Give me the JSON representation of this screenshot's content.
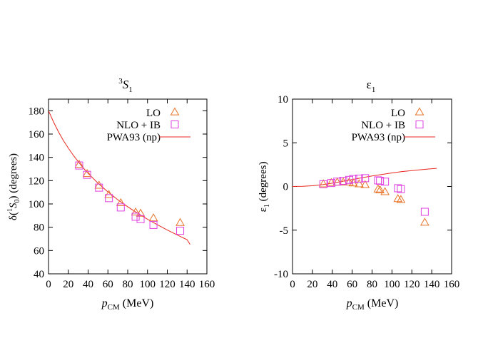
{
  "chart_data": [
    {
      "type": "scatter",
      "title": "3S1",
      "title_main": "S",
      "title_pre_sup": "3",
      "title_sub": "1",
      "xlabel": "pCM (MeV)",
      "xlabel_main": "p",
      "xlabel_sub": "CM",
      "xlabel_unit": " (MeV)",
      "ylabel": "δ(1S0) (degrees)",
      "ylabel_parts": [
        "δ(",
        "1",
        "S",
        "0",
        ") (degrees)"
      ],
      "xlim": [
        0,
        160
      ],
      "ylim": [
        40,
        190
      ],
      "xticks": [
        0,
        20,
        40,
        60,
        80,
        100,
        120,
        140,
        160
      ],
      "yticks": [
        40,
        60,
        80,
        100,
        120,
        140,
        160,
        180
      ],
      "grid": false,
      "legend_position": "top-right",
      "series": [
        {
          "name": "LO",
          "marker": "triangle",
          "color": "#e8742a",
          "x": [
            31,
            39,
            51,
            61,
            73,
            88,
            93,
            106,
            133
          ],
          "y": [
            134,
            126,
            116,
            108,
            101,
            93,
            92,
            88,
            84
          ]
        },
        {
          "name": "NLO + IB",
          "marker": "square",
          "color": "#e040e0",
          "x": [
            31,
            39,
            51,
            61,
            73,
            88,
            93,
            106,
            133
          ],
          "y": [
            133,
            125,
            114,
            105,
            97,
            89,
            87,
            82,
            77
          ]
        },
        {
          "name": "PWA93 (np)",
          "marker": "line",
          "color": "#e8281e",
          "x": [
            0,
            5,
            10,
            15,
            20,
            25,
            30,
            35,
            40,
            50,
            60,
            70,
            80,
            90,
            100,
            110,
            120,
            130,
            140,
            143
          ],
          "y": [
            180,
            170.5,
            162,
            154.5,
            148,
            141.8,
            136.3,
            131,
            126.3,
            117.8,
            110.3,
            103.6,
            97.6,
            92,
            86.9,
            82.1,
            77.6,
            73.4,
            69.3,
            65.2
          ]
        }
      ]
    },
    {
      "type": "scatter",
      "title": "ε1",
      "title_main": "ε",
      "title_sub": "1",
      "xlabel": "pCM (MeV)",
      "xlabel_main": "p",
      "xlabel_sub": "CM",
      "xlabel_unit": " (MeV)",
      "ylabel": "ε1 (degrees)",
      "ylabel_parts": [
        "ε",
        "1",
        " (degrees)"
      ],
      "xlim": [
        0,
        160
      ],
      "ylim": [
        -10,
        10
      ],
      "xticks": [
        0,
        20,
        40,
        60,
        80,
        100,
        120,
        140,
        160
      ],
      "yticks": [
        -10,
        -5,
        0,
        5,
        10
      ],
      "grid": false,
      "legend_position": "top-right",
      "series": [
        {
          "name": "LO",
          "marker": "triangle",
          "color": "#e8742a",
          "x": [
            31,
            39,
            45,
            51,
            57,
            61,
            67,
            73,
            86,
            88,
            93,
            106,
            109,
            133
          ],
          "y": [
            0.3,
            0.45,
            0.5,
            0.5,
            0.5,
            0.4,
            0.3,
            0.2,
            -0.3,
            -0.4,
            -0.6,
            -1.4,
            -1.5,
            -4.1
          ]
        },
        {
          "name": "NLO + IB",
          "marker": "square",
          "color": "#e040e0",
          "x": [
            31,
            39,
            45,
            51,
            57,
            61,
            67,
            73,
            86,
            88,
            93,
            106,
            109,
            133
          ],
          "y": [
            0.25,
            0.4,
            0.55,
            0.65,
            0.75,
            0.85,
            0.9,
            0.95,
            0.7,
            0.65,
            0.55,
            -0.2,
            -0.3,
            -2.9
          ]
        },
        {
          "name": "PWA93 (np)",
          "marker": "line",
          "color": "#e8281e",
          "x": [
            0,
            10,
            20,
            30,
            40,
            50,
            60,
            70,
            80,
            90,
            100,
            110,
            120,
            130,
            140,
            145
          ],
          "y": [
            0,
            0.02,
            0.08,
            0.2,
            0.38,
            0.58,
            0.8,
            1.0,
            1.2,
            1.38,
            1.55,
            1.7,
            1.82,
            1.93,
            2.03,
            2.07
          ]
        }
      ]
    }
  ]
}
